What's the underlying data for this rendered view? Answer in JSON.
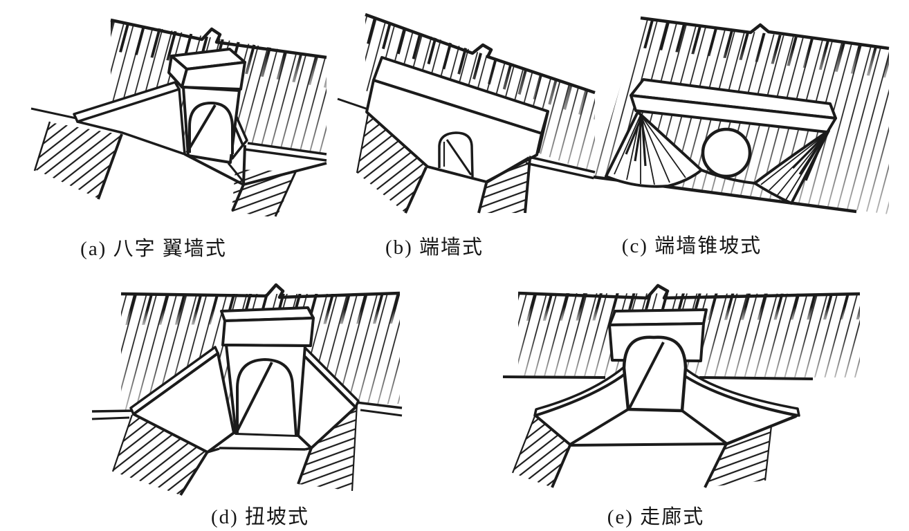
{
  "figure": {
    "panels": [
      {
        "id": "a",
        "caption": "(a) 八字 翼墙式"
      },
      {
        "id": "b",
        "caption": "(b) 端墙式"
      },
      {
        "id": "c",
        "caption": "(c) 端墙锥坡式"
      },
      {
        "id": "d",
        "caption": "(d) 扭坡式"
      },
      {
        "id": "e",
        "caption": "(e) 走廊式"
      }
    ],
    "colors": {
      "ink": "#1b1b1b",
      "paper": "#ffffff"
    }
  }
}
